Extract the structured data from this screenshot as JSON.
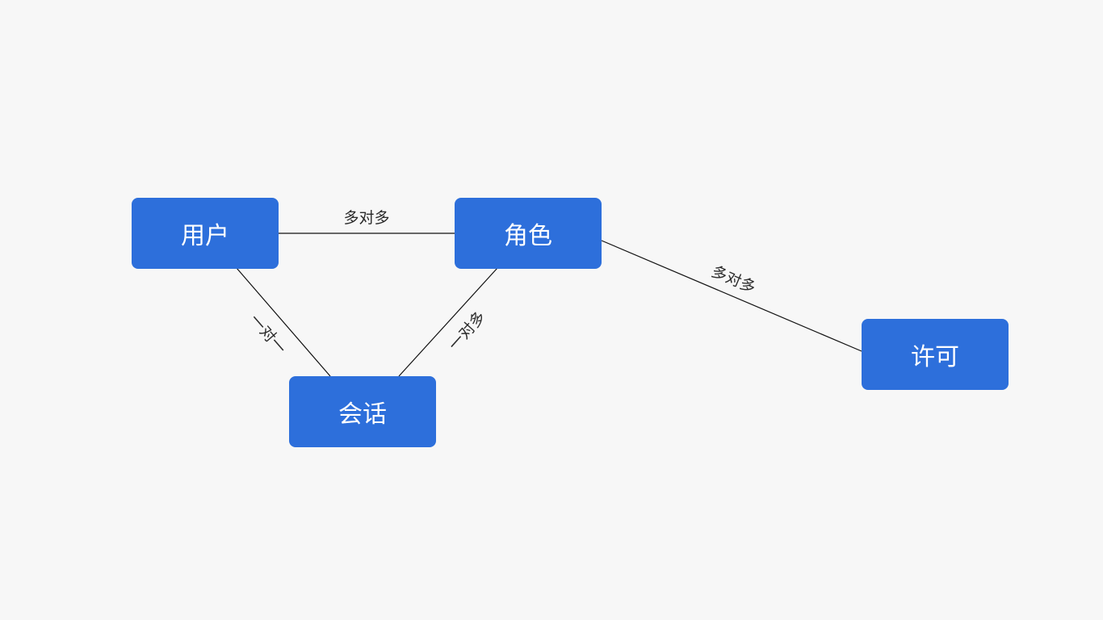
{
  "colors": {
    "background": "#f7f7f7",
    "node_fill": "#2d6fdb",
    "edge_stroke": "#111111",
    "node_text": "#ffffff"
  },
  "nodes": {
    "user": "用户",
    "role": "角色",
    "session": "会话",
    "permission": "许可"
  },
  "edges": {
    "user_role": "多对多",
    "user_session": "一对一",
    "role_session": "一对多",
    "role_permission": "多对多"
  }
}
